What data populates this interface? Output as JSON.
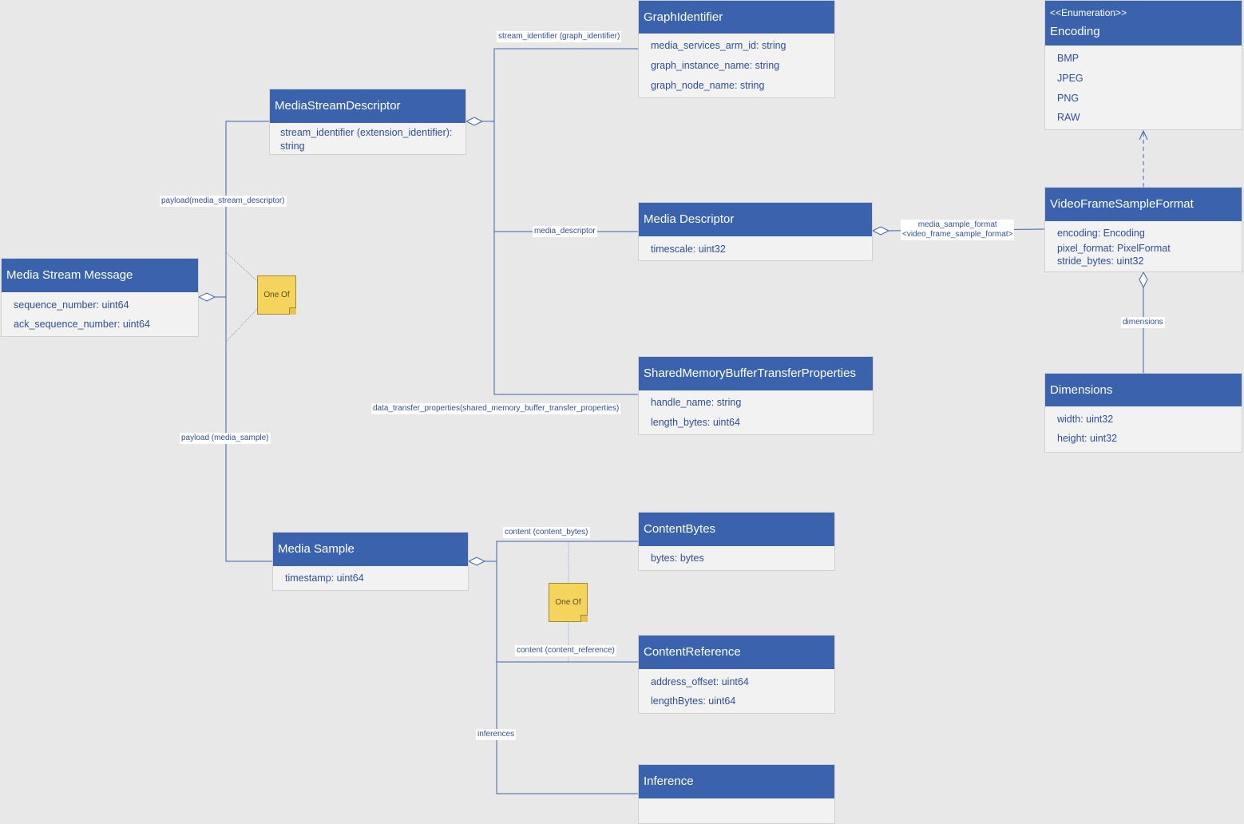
{
  "classes": {
    "media_stream_message": {
      "name": "Media Stream Message",
      "attrs": [
        "sequence_number: uint64",
        "ack_sequence_number: uint64"
      ]
    },
    "media_stream_descriptor": {
      "name": "MediaStreamDescriptor",
      "attrs": [
        "stream_identifier (extension_identifier):",
        "string"
      ]
    },
    "graph_identifier": {
      "name": "GraphIdentifier",
      "attrs": [
        "media_services_arm_id: string",
        "graph_instance_name: string",
        "graph_node_name: string"
      ]
    },
    "media_descriptor": {
      "name": "Media Descriptor",
      "attrs": [
        "timescale: uint32"
      ]
    },
    "shared_memory": {
      "name": "SharedMemoryBufferTransferProperties",
      "attrs": [
        "handle_name: string",
        "length_bytes: uint64"
      ]
    },
    "encoding": {
      "stereotype": "<<Enumeration>>",
      "name": "Encoding",
      "attrs": [
        "BMP",
        "JPEG",
        "PNG",
        "RAW"
      ]
    },
    "video_frame_sample_format": {
      "name": "VideoFrameSampleFormat",
      "attrs": [
        "encoding: Encoding",
        "pixel_format: PixelFormat",
        "stride_bytes: uint32"
      ]
    },
    "dimensions": {
      "name": "Dimensions",
      "attrs": [
        "width: uint32",
        "height: uint32"
      ]
    },
    "media_sample": {
      "name": "Media Sample",
      "attrs": [
        "timestamp: uint64"
      ]
    },
    "content_bytes": {
      "name": "ContentBytes",
      "attrs": [
        "bytes: bytes"
      ]
    },
    "content_reference": {
      "name": "ContentReference",
      "attrs": [
        "address_offset: uint64",
        "lengthBytes: uint64"
      ]
    },
    "inference": {
      "name": "Inference",
      "attrs": []
    }
  },
  "labels": {
    "stream_identifier_graph": "stream_identifier (graph_identifier)",
    "payload_descriptor": "payload(media_stream_descriptor)",
    "media_descriptor": "media_descriptor",
    "media_sample_format_1": "media_sample_format",
    "media_sample_format_2": "<video_frame_sample_format>",
    "dimensions": "dimensions",
    "data_transfer_properties": "data_transfer_properties(shared_memory_buffer_transfer_properties)",
    "payload_sample": "payload (media_sample)",
    "content_bytes": "content (content_bytes)",
    "content_reference": "content (content_reference)",
    "inferences": "inferences"
  },
  "notes": {
    "one_of_top": "One Of",
    "one_of_bottom": "One Of"
  },
  "colors": {
    "header": "#3b62ad",
    "connector": "#3b62ad",
    "note": "#f5d45e",
    "background": "#e8e8e8"
  }
}
